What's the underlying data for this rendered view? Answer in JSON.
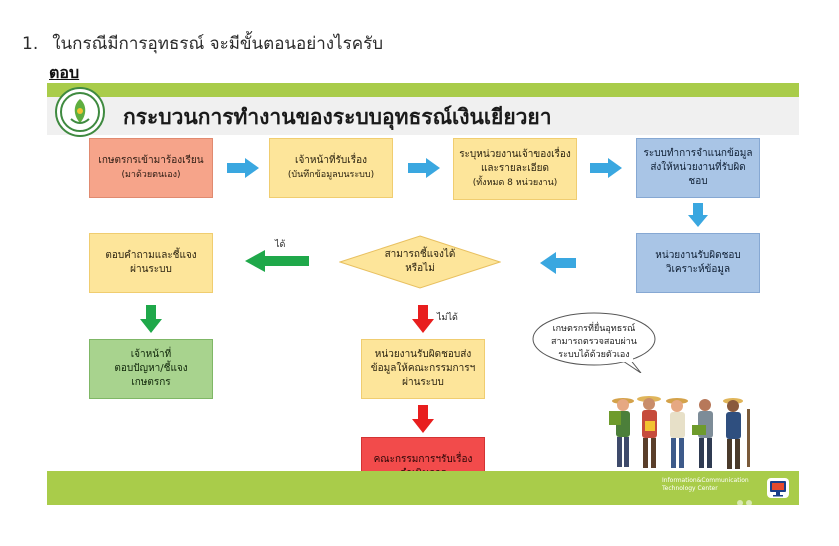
{
  "question": {
    "number": "1.",
    "text": "ในกรณีมีการอุทธรณ์ จะมีขั้นตอนอย่างไรครับ"
  },
  "answer_label": "ตอบ",
  "slide": {
    "title": "กระบวนการทำงานของระบบอุทธรณ์เงินเยียวยา",
    "boxes": {
      "farmer_request": {
        "line1": "เกษตรกรเข้ามาร้องเรียน",
        "line2": "(มาด้วยตนเอง)"
      },
      "officer_receive": {
        "line1": "เจ้าหน้าที่รับเรื่อง",
        "line2": "(บันทึกข้อมูลบนระบบ)"
      },
      "assign_agency": {
        "line1": "ระบุหน่วยงานเจ้าของเรื่อง",
        "line2": "และรายละเอียด",
        "line3": "(ทั้งหมด 8 หน่วยงาน)"
      },
      "system_sort": {
        "line1": "ระบบทำการจำแนกข้อมูล",
        "line2": "ส่งให้หน่วยงานที่รับผิดชอบ"
      },
      "agency_analyze": {
        "line1": "หน่วยงานรับผิดชอบ",
        "line2": "วิเคราะห์ข้อมูล"
      },
      "reply_system": {
        "line1": "ตอบคำถามและชี้แจง",
        "line2": "ผ่านระบบ"
      },
      "officer_answer": {
        "line1": "เจ้าหน้าที่",
        "line2": "ตอบปัญหา/ชี้แจง เกษตรกร"
      },
      "send_committee": {
        "line1": "หน่วยงานรับผิดชอบส่ง",
        "line2": "ข้อมูลให้คณะกรรมการฯ",
        "line3": "ผ่านระบบ"
      },
      "committee_act": {
        "line1": "คณะกรรมการฯรับเรื่อง",
        "line2": "ดำเนินการ"
      }
    },
    "decision": {
      "line1": "สามารถชี้แจงได้",
      "line2": "หรือไม่"
    },
    "label_yes": "ได้",
    "label_no": "ไม่ได้",
    "bubble": {
      "line1": "เกษตรกรที่ยื่นอุทธรณ์",
      "line2": "สามารถตรวจสอบผ่าน",
      "line3": "ระบบได้ด้วยตัวเอง"
    },
    "footer": {
      "line1": "Information&Communication",
      "line2": "Technology  Center"
    }
  },
  "colors": {
    "accent_green": "#a9cc4a",
    "arrow_blue": "#3aa7e0",
    "arrow_green": "#1fa84a",
    "arrow_red": "#e81e1e"
  },
  "icons": [
    "agency-logo-icon",
    "farmers-illustration",
    "monitor-icon"
  ]
}
